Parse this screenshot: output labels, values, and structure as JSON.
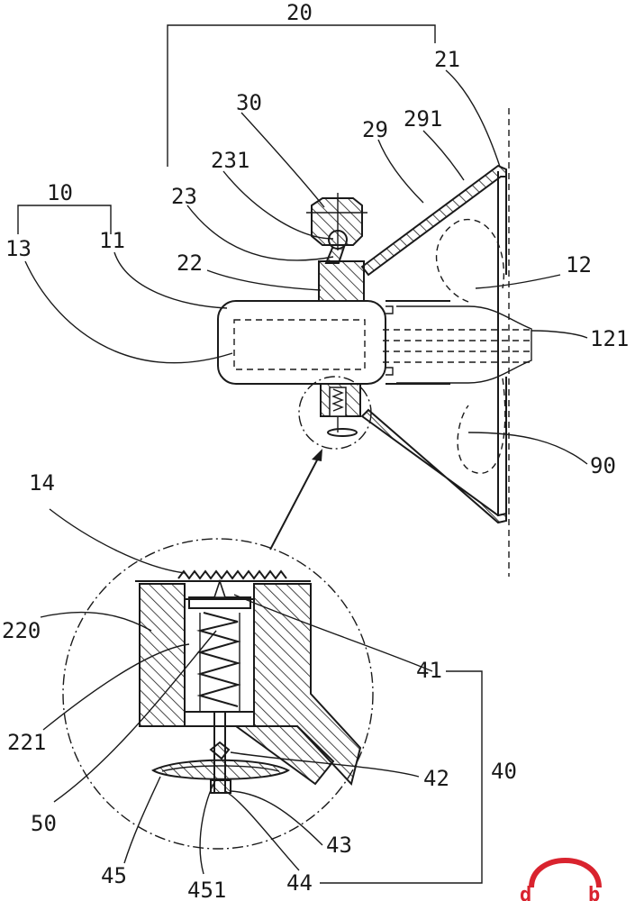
{
  "labels": {
    "l10": "10",
    "l11": "11",
    "l12": "12",
    "l121": "121",
    "l13": "13",
    "l14": "14",
    "l20": "20",
    "l21": "21",
    "l22": "22",
    "l220": "220",
    "l221": "221",
    "l23": "23",
    "l231": "231",
    "l29": "29",
    "l291": "291",
    "l30": "30",
    "l40": "40",
    "l41": "41",
    "l42": "42",
    "l43": "43",
    "l44": "44",
    "l45": "45",
    "l451": "451",
    "l50": "50",
    "l90": "90"
  },
  "colors": {
    "line": "#1a1a1a",
    "logo": "#d9232e",
    "background": "#ffffff"
  },
  "icons": {
    "logo": "headphones-logo-icon"
  }
}
